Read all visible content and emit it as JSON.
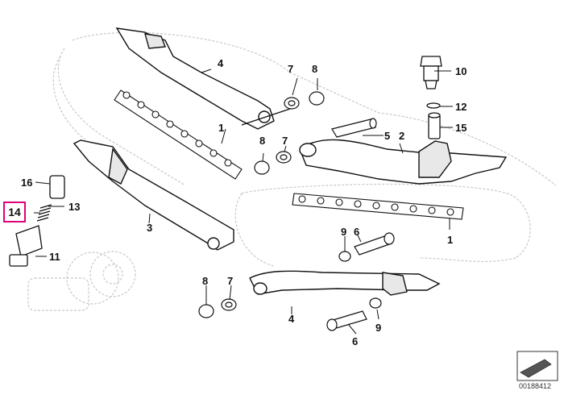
{
  "highlight": {
    "label": "14",
    "color": "#e0007a"
  },
  "labels": {
    "l1_top": "1",
    "l1_bottom": "1",
    "l2": "2",
    "l3": "3",
    "l4_top": "4",
    "l4_bottom": "4",
    "l5": "5",
    "l6_mid": "6",
    "l6_bottom": "6",
    "l7_top": "7",
    "l7_mid": "7",
    "l7_bottom": "7",
    "l8_top": "8",
    "l8_mid": "8",
    "l8_bottom": "8",
    "l9_mid": "9",
    "l9_bottom": "9",
    "l10": "10",
    "l11": "11",
    "l12": "12",
    "l13": "13",
    "l15": "15",
    "l16": "16"
  },
  "image_id": "00188412",
  "icons": [
    "view-arrow-icon"
  ]
}
